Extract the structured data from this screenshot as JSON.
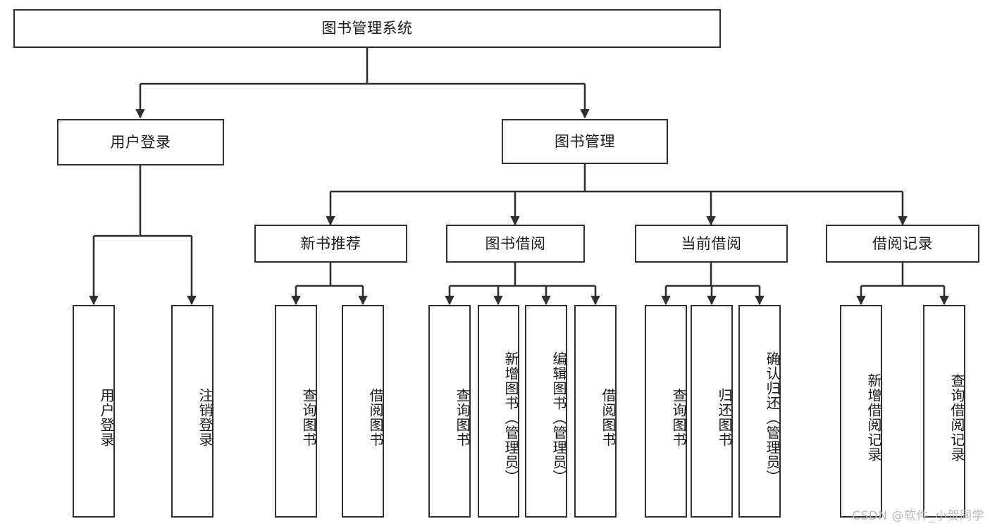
{
  "diagram": {
    "title": "图书管理系统",
    "type": "tree-hierarchy",
    "root": {
      "id": "root",
      "label": "图书管理系统"
    },
    "level1": [
      {
        "id": "login",
        "label": "用户登录"
      },
      {
        "id": "bookmgmt",
        "label": "图书管理"
      }
    ],
    "level2": [
      {
        "id": "newbook",
        "label": "新书推荐",
        "parent": "bookmgmt"
      },
      {
        "id": "borrow",
        "label": "图书借阅",
        "parent": "bookmgmt"
      },
      {
        "id": "current",
        "label": "当前借阅",
        "parent": "bookmgmt"
      },
      {
        "id": "record",
        "label": "借阅记录",
        "parent": "bookmgmt"
      }
    ],
    "leaves": [
      {
        "id": "leaf-login-1",
        "label": "用户登录",
        "parent": "login"
      },
      {
        "id": "leaf-login-2",
        "label": "注销登录",
        "parent": "login"
      },
      {
        "id": "leaf-newbook-1",
        "label": "查询图书",
        "parent": "newbook"
      },
      {
        "id": "leaf-newbook-2",
        "label": "借阅图书",
        "parent": "newbook"
      },
      {
        "id": "leaf-borrow-1",
        "label": "查询图书",
        "parent": "borrow"
      },
      {
        "id": "leaf-borrow-2",
        "label": "新增图书（管理员）",
        "parent": "borrow"
      },
      {
        "id": "leaf-borrow-3",
        "label": "编辑图书（管理员）",
        "parent": "borrow"
      },
      {
        "id": "leaf-borrow-4",
        "label": "借阅图书",
        "parent": "borrow"
      },
      {
        "id": "leaf-current-1",
        "label": "查询图书",
        "parent": "current"
      },
      {
        "id": "leaf-current-2",
        "label": "归还图书",
        "parent": "current"
      },
      {
        "id": "leaf-current-3",
        "label": "确认归还（管理员）",
        "parent": "current"
      },
      {
        "id": "leaf-record-1",
        "label": "新增借阅记录",
        "parent": "record"
      },
      {
        "id": "leaf-record-2",
        "label": "查询借阅记录",
        "parent": "record"
      }
    ],
    "watermark": "CSDN @软件_小贺同学",
    "colors": {
      "stroke": "#2f2f2f",
      "background": "#ffffff",
      "text": "#1a1a1a",
      "watermark": "#b9b9b9"
    }
  }
}
